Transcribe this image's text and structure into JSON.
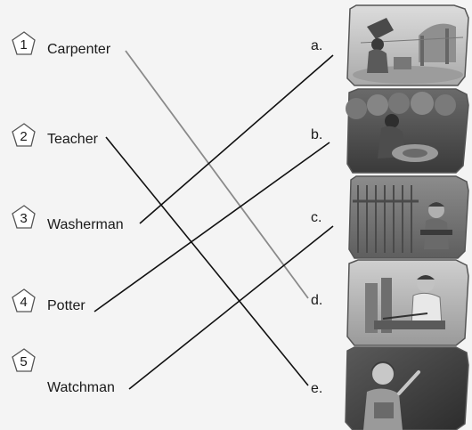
{
  "items": [
    {
      "number": "1",
      "label": "Carpenter"
    },
    {
      "number": "2",
      "label": "Teacher"
    },
    {
      "number": "3",
      "label": "Washerman"
    },
    {
      "number": "4",
      "label": "Potter"
    },
    {
      "number": "5",
      "label": "Watchman"
    }
  ],
  "options": [
    {
      "letter": "a.",
      "picture": "washerman-washing-clothes-picture"
    },
    {
      "letter": "b.",
      "picture": "potter-at-wheel-picture"
    },
    {
      "letter": "c.",
      "picture": "watchman-at-gate-picture"
    },
    {
      "letter": "d.",
      "picture": "carpenter-sawing-wood-picture"
    },
    {
      "letter": "e.",
      "picture": "teacher-with-book-picture"
    }
  ],
  "matches": [
    {
      "item": "1",
      "option": "d.",
      "style": "light"
    },
    {
      "item": "2",
      "option": "e.",
      "style": "dark"
    },
    {
      "item": "3",
      "option": "a.",
      "style": "dark"
    },
    {
      "item": "4",
      "option": "b.",
      "style": "dark"
    },
    {
      "item": "5",
      "option": "c.",
      "style": "dark"
    }
  ],
  "colors": {
    "dark_line": "#111111",
    "light_line": "#8a8a8a",
    "pentagon": "#555555"
  }
}
